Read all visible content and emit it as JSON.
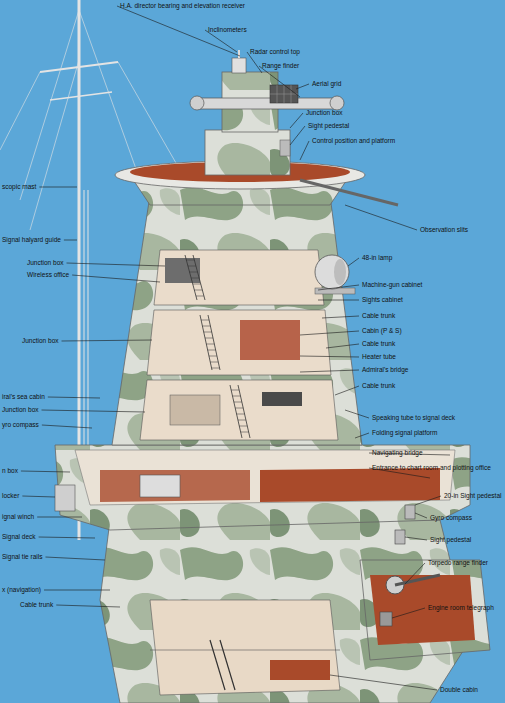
{
  "diagram": {
    "labels": [
      "H.A. director bearing and elevation receiver",
      "Inclinometers",
      "Radar control top",
      "Range finder",
      "Aerial grid",
      "Junction box",
      "Sight pedestal",
      "Control position and platform",
      "scopic mast",
      "Observation slits",
      "Signal halyard guide",
      "48-in lamp",
      "Junction box",
      "Wireless office",
      "Machine-gun cabinet",
      "Sights cabinet",
      "Cable trunk",
      "Junction box",
      "Cabin (P & S)",
      "Cable trunk",
      "Heater tube",
      "Admiral's bridge",
      "Cable trunk",
      "iral's sea cabin",
      "Junction box",
      "yro compass",
      "Speaking tube to signal deck",
      "Folding signal platform",
      "Navigating bridge",
      "Entrance to chart room and plotting office",
      "20-in Sight pedestal",
      "Gyro compass",
      "Sight pedestal",
      "Torpedo range finder",
      "Engine room telegraph",
      "Double cabin",
      "locker",
      "ignal winch",
      "Signal deck",
      "Signal tie rails",
      "x (navigation)",
      "Cable trunk",
      "n box"
    ]
  }
}
